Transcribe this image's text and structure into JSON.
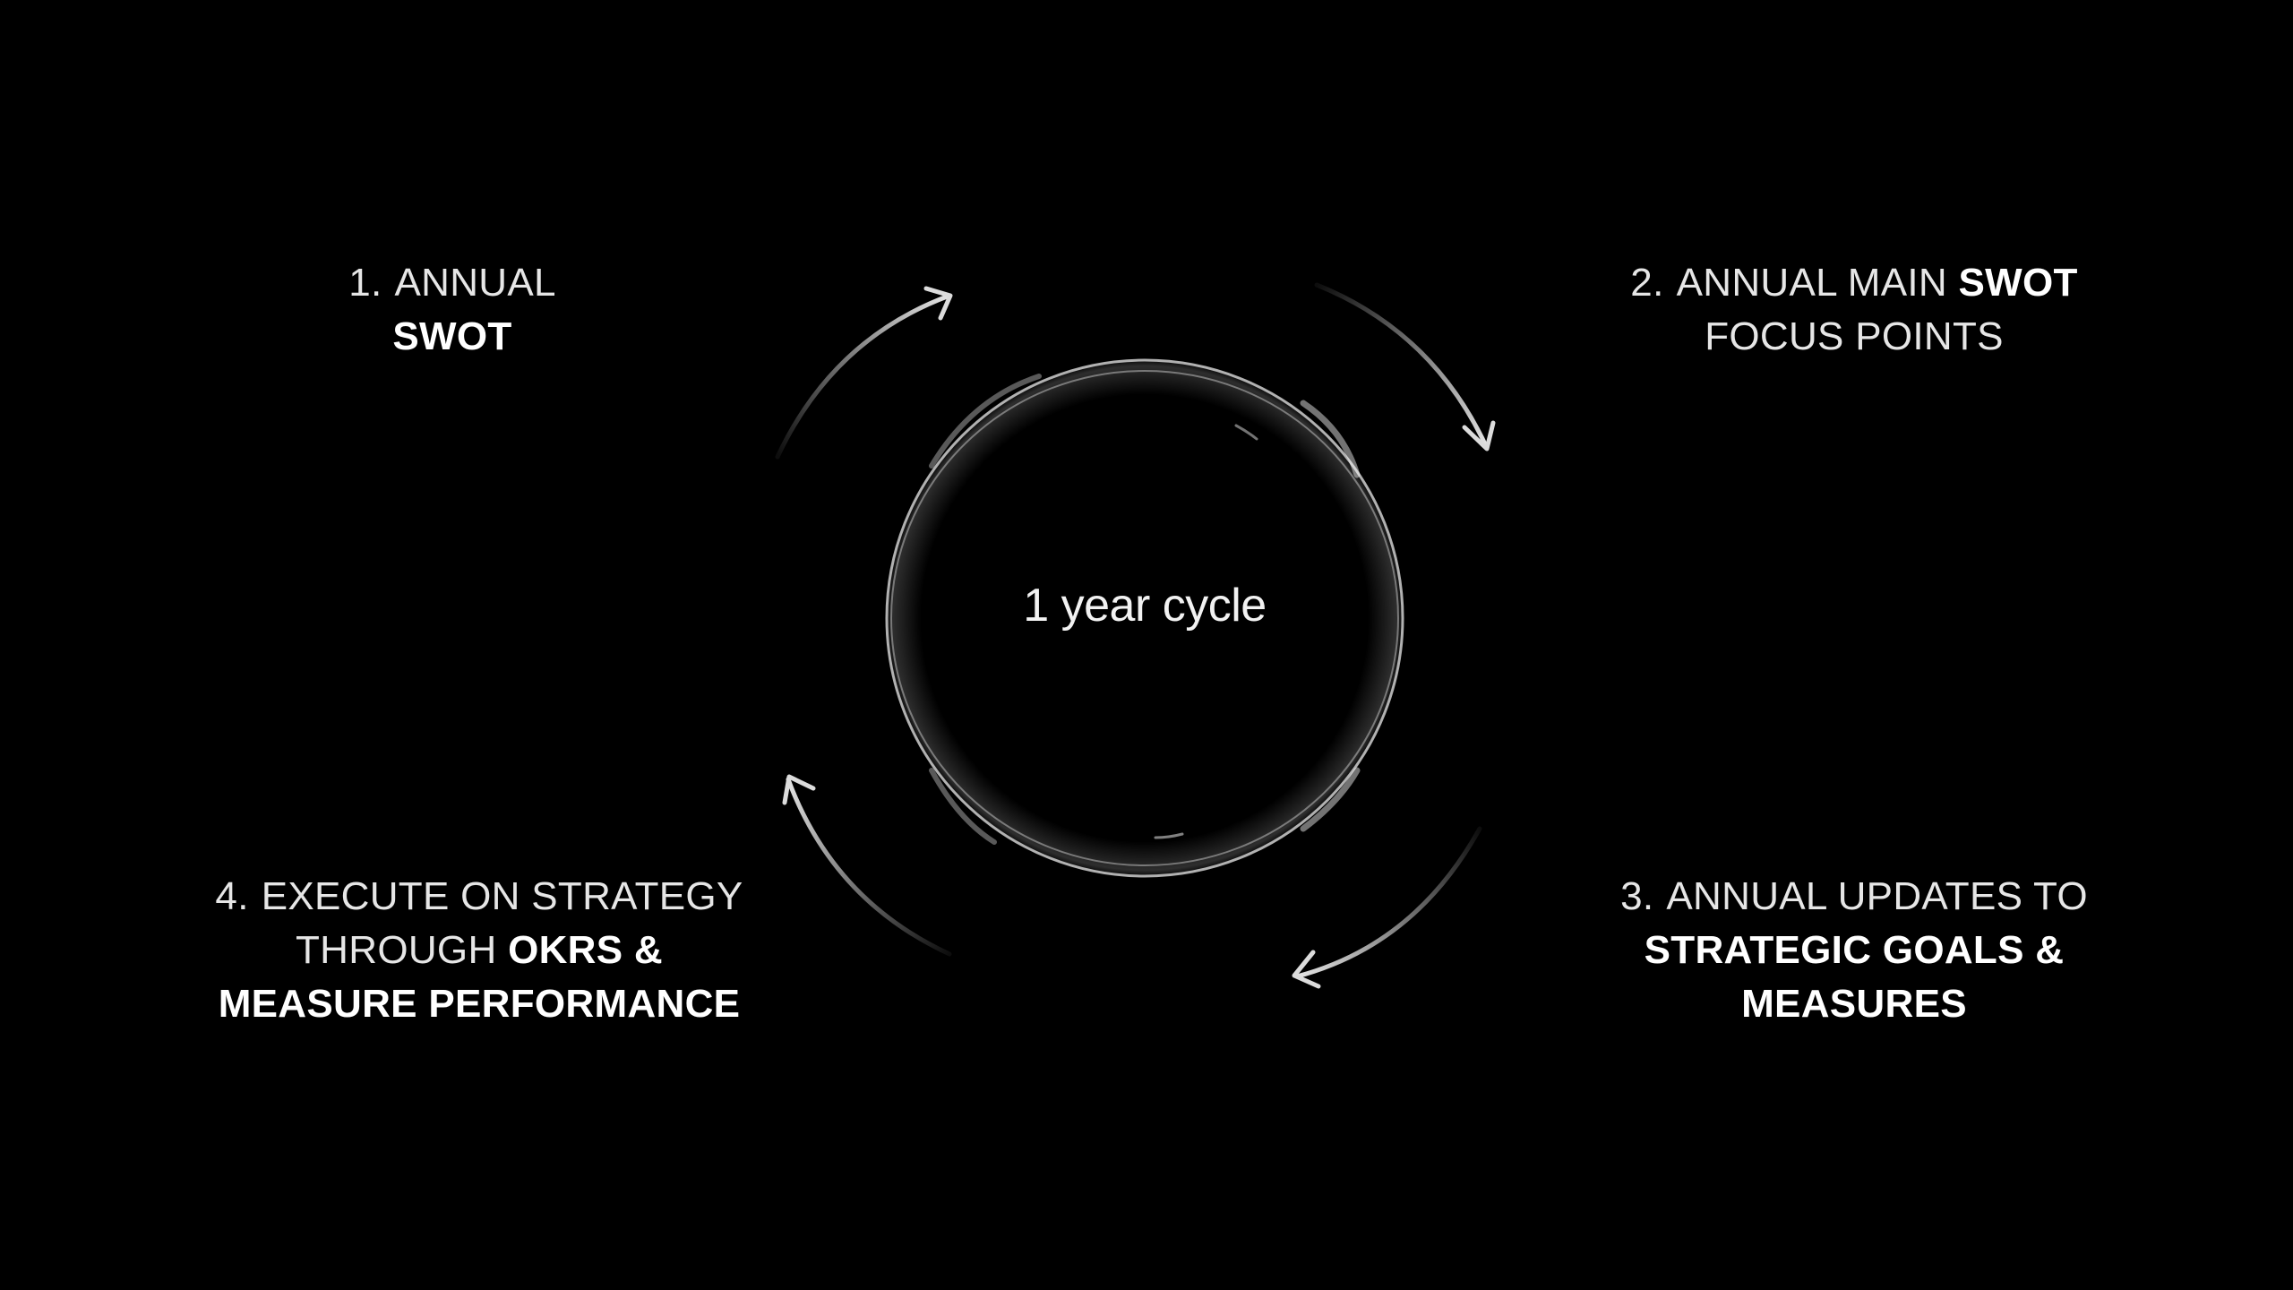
{
  "diagram": {
    "center_label": "1 year cycle",
    "steps": [
      {
        "number": "1.",
        "line1": {
          "regular": "ANNUAL",
          "bold": ""
        },
        "line2": {
          "regular": "",
          "bold": "SWOT"
        },
        "line3": {
          "regular": "",
          "bold": ""
        }
      },
      {
        "number": "2.",
        "line1": {
          "regular": "ANNUAL MAIN ",
          "bold": "SWOT"
        },
        "line2": {
          "regular": "FOCUS POINTS",
          "bold": ""
        },
        "line3": {
          "regular": "",
          "bold": ""
        }
      },
      {
        "number": "3.",
        "line1": {
          "regular": "ANNUAL UPDATES TO",
          "bold": ""
        },
        "line2": {
          "regular": "",
          "bold": "STRATEGIC GOALS &"
        },
        "line3": {
          "regular": "",
          "bold": "MEASURES"
        }
      },
      {
        "number": "4.",
        "line1": {
          "regular": "EXECUTE ON STRATEGY",
          "bold": ""
        },
        "line2": {
          "regular": "THROUGH ",
          "bold": "OKRS &"
        },
        "line3": {
          "regular": "",
          "bold": "MEASURE PERFORMANCE"
        }
      }
    ],
    "colors": {
      "background": "#000000",
      "text": "#e6e6e6",
      "arrow": "#d8d8d8"
    }
  }
}
